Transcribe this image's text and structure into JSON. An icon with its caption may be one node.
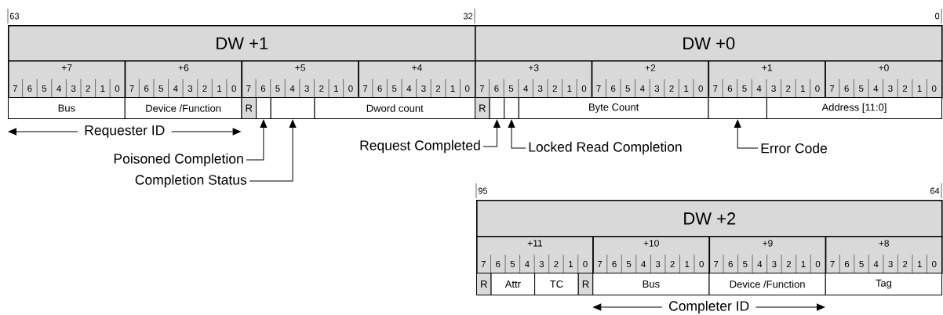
{
  "diagram": {
    "nodes": [
      {
        "text": [
          "DW +1"
        ],
        "beside": [
          "63",
          "32"
        ]
      },
      {
        "text": [
          "DW +0"
        ],
        "beside": [
          "0"
        ]
      },
      {
        "text": [
          "+7",
          "7",
          "6",
          "5",
          "4",
          "3",
          "2",
          "1",
          "0"
        ]
      },
      {
        "text": [
          "+6",
          "7",
          "6",
          "5",
          "4",
          "3",
          "2",
          "1",
          "0"
        ]
      },
      {
        "text": [
          "+5",
          "7",
          "6",
          "5",
          "4",
          "3",
          "2",
          "1",
          "0"
        ]
      },
      {
        "text": [
          "+4",
          "7",
          "6",
          "5",
          "4",
          "3",
          "2",
          "1",
          "0"
        ]
      },
      {
        "text": [
          "+3",
          "7",
          "6",
          "5",
          "4",
          "3",
          "2",
          "1",
          "0"
        ]
      },
      {
        "text": [
          "+2",
          "7",
          "6",
          "5",
          "4",
          "3",
          "2",
          "1",
          "0"
        ]
      },
      {
        "text": [
          "+1",
          "7",
          "6",
          "5",
          "4",
          "3",
          "2",
          "1",
          "0"
        ]
      },
      {
        "text": [
          "+0",
          "7",
          "6",
          "5",
          "4",
          "3",
          "2",
          "1",
          "0"
        ]
      },
      {
        "text": [
          "Bus"
        ]
      },
      {
        "text": [
          "Device /Function"
        ]
      },
      {
        "text": [
          "R"
        ]
      },
      {
        "text": [],
        "shape": "box"
      },
      {
        "text": [],
        "shape": "box"
      },
      {
        "text": [
          "Dword count"
        ]
      },
      {
        "text": [
          "R"
        ]
      },
      {
        "text": [],
        "shape": "box"
      },
      {
        "text": [],
        "shape": "box"
      },
      {
        "text": [
          "Byte Count"
        ]
      },
      {
        "text": [],
        "shape": "box"
      },
      {
        "text": [
          "Address [11:0]"
        ]
      },
      {
        "text": [
          "Request Completed"
        ]
      },
      {
        "text": [
          "Locked Read Completion"
        ]
      },
      {
        "text": [
          "Error Code"
        ]
      },
      {
        "text": [
          "Poisoned Completion"
        ]
      },
      {
        "text": [
          "Completion Status"
        ]
      },
      {
        "text": [
          "DW +2"
        ],
        "beside": [
          "95",
          "64"
        ]
      },
      {
        "text": [
          "+11",
          "7",
          "6",
          "5",
          "4",
          "3",
          "2",
          "1",
          "0"
        ]
      },
      {
        "text": [
          "+10",
          "7",
          "6",
          "5",
          "4",
          "3",
          "2",
          "1",
          "0"
        ]
      },
      {
        "text": [
          "+9",
          "7",
          "6",
          "5",
          "4",
          "3",
          "2",
          "1",
          "0"
        ]
      },
      {
        "text": [
          "+8",
          "7",
          "6",
          "5",
          "4",
          "3",
          "2",
          "1",
          "0"
        ]
      },
      {
        "text": [
          "R"
        ]
      },
      {
        "text": [
          "Attr"
        ]
      },
      {
        "text": [
          "TC"
        ]
      },
      {
        "text": [
          "R"
        ]
      },
      {
        "text": [
          "Bus"
        ]
      },
      {
        "text": [
          "Device /Function"
        ]
      },
      {
        "text": [
          "Tag"
        ]
      }
    ],
    "edges": [
      {
        "from": 22,
        "to": 17,
        "arrow": "to"
      },
      {
        "from": 23,
        "to": 18,
        "arrow": "to"
      },
      {
        "from": 24,
        "to": 20,
        "arrow": "to"
      },
      {
        "from": 25,
        "to": 13,
        "arrow": "to"
      },
      {
        "from": 26,
        "to": 14,
        "arrow": "to"
      }
    ],
    "labels": [
      "Requester ID",
      "Completer ID"
    ]
  }
}
